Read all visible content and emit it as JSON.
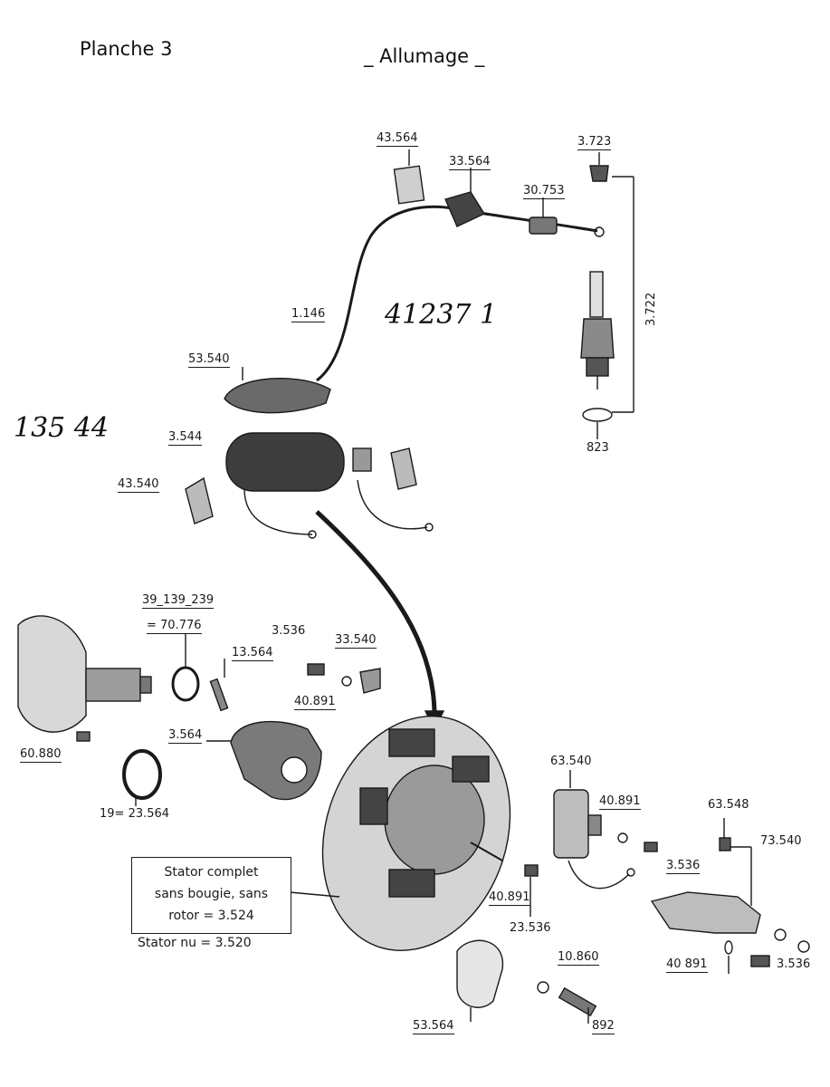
{
  "header": {
    "plate": "Planche  3",
    "title": "_ Allumage _"
  },
  "handwritten": {
    "top": "41237 1",
    "left": "135 44"
  },
  "labels": {
    "l43564_top": "43.564",
    "l33564": "33.564",
    "l3723": "3.723",
    "l30753": "30.753",
    "l3722": "3.722",
    "l1146": "1.146",
    "l53540": "53.540",
    "l3544": "3.544",
    "l823": "823",
    "l43540": "43.540",
    "l39139239": "39_139_239",
    "l70776": "= 70.776",
    "l3536a": "3.536",
    "l33540": "33.540",
    "l13564": "13.564",
    "l40891a": "40.891",
    "l3564": "3.564",
    "l60880": "60.880",
    "l19_23564": "19= 23.564",
    "l63540": "63.540",
    "l40891b": "40.891",
    "l63548": "63.548",
    "l73540": "73.540",
    "l3536b": "3.536",
    "l40891c": "40.891",
    "l23536": "23.536",
    "l10860": "10.860",
    "l40891d": "40 891",
    "l3536c": "3.536",
    "l53564": "53.564",
    "l892": "892"
  },
  "stator_box": {
    "line1": "Stator complet",
    "line2": "sans bougie, sans",
    "line3": "rotor  =  3.524"
  },
  "stator_nu": "Stator nu = 3.520",
  "colors": {
    "ink": "#1a1a1a",
    "paper": "#ffffff",
    "shade": "#555555"
  }
}
